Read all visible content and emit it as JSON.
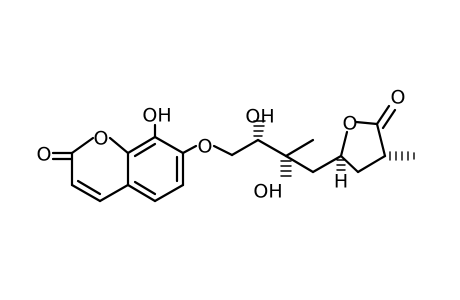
{
  "molecule": {
    "atom_labels": {
      "o_carbonyl_coumarin": "O",
      "o_ring_coumarin": "O",
      "oh_top_phenol_o": "OH",
      "o_ether": "O",
      "oh_c2_o": "OH",
      "oh_c3_o": "OH",
      "o_ring_lactone": "O",
      "o_carbonyl_lactone": "O",
      "h_stereo": "H"
    },
    "colors": {
      "ink": "#000000",
      "background": "#ffffff"
    }
  }
}
